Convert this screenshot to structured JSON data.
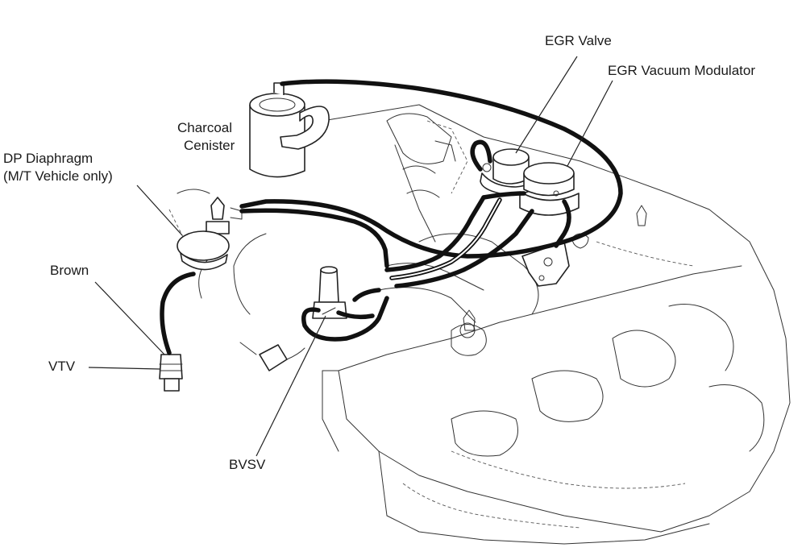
{
  "labels": {
    "egr_valve": "EGR Valve",
    "egr_vacuum_modulator": "EGR Vacuum Modulator",
    "charcoal_line1": "Charcoal",
    "charcoal_line2": "Cenister",
    "dp_line1": "DP Diaphragm",
    "dp_line2": "(M/T Vehicle only)",
    "brown": "Brown",
    "vtv": "VTV",
    "bvsv": "BVSV"
  },
  "colors": {
    "line": "#222222",
    "hose": "#111111",
    "background": "#ffffff"
  }
}
